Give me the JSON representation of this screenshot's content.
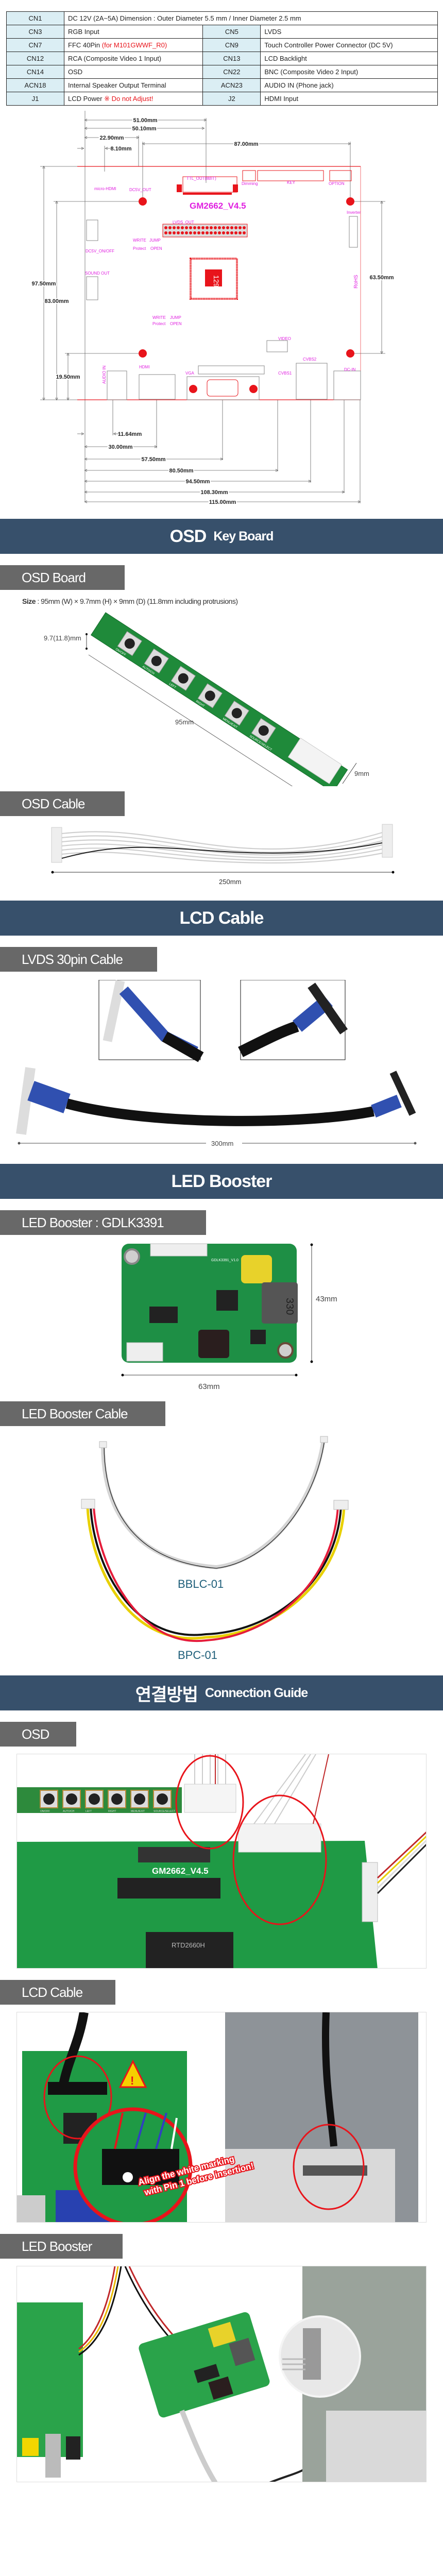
{
  "spec_table": {
    "rows": [
      {
        "k1": "CN1",
        "v1": "DC 12V (2A~5A)   Dimension : Outer Diameter 5.5 mm / Inner Diameter 2.5 mm"
      },
      {
        "k1": "CN3",
        "v1": "RGB Input",
        "k2": "CN5",
        "v2": "LVDS"
      },
      {
        "k1": "CN7",
        "v1": "FFC 40Pin ",
        "v1_note": "(for M101GWWF_R0)",
        "k2": "CN9",
        "v2": "Touch Controller Power Connector (DC 5V)"
      },
      {
        "k1": "CN12",
        "v1": "RCA (Composite Video 1 Input)",
        "k2": "CN13",
        "v2": " LCD Backlight"
      },
      {
        "k1": "CN14",
        "v1": "OSD",
        "k2": "CN22",
        "v2": "BNC (Composite Video 2 Input)"
      },
      {
        "k1": "ACN18",
        "v1": "Internal Speaker Output Terminal",
        "k2": "ACN23",
        "v2": "AUDIO IN (Phone jack)"
      },
      {
        "k1": "J1",
        "v1": "LCD Power ",
        "v1_note": "※ Do not Adjust!",
        "k2": "J2",
        "v2": "HDMI Input"
      }
    ]
  },
  "pcb": {
    "model": "GM2662_V4.5",
    "labels": {
      "ttl": "TTL_OUT(8BIT)",
      "lvds": "LVDS_OUT",
      "mhdmi": "micro-HDMI",
      "dc5v": "DC5V_OUT",
      "dimming": "Dimming",
      "key": "KEY",
      "option": "OPTION",
      "inverter": "Inverter",
      "write": "WRITE",
      "jump": "JUMP",
      "protect": "Protect",
      "open": "OPEN",
      "sound": "SOUND OUT",
      "dc5vonoff": "DC5V_ON/OFF",
      "video": "VIDEO",
      "cvbs2": "CVBS2",
      "cvbs1": "CVBS1",
      "vga": "VGA",
      "hdmi": "HDMI",
      "audio": "AUDIO IN",
      "dcin": "DC-IN",
      "rohs": "RoHS",
      "chip": "129"
    },
    "dims": {
      "d51": "51.00mm",
      "d50": "50.10mm",
      "d22": "22.90mm",
      "d8": "8.10mm",
      "d87": "87.00mm",
      "d97": "97.50mm",
      "d83": "83.00mm",
      "d19": "19.50mm",
      "d63": "63.50mm",
      "d11": "11.64mm",
      "d30": "30.00mm",
      "d57": "57.50mm",
      "d80": "80.50mm",
      "d94": "94.50mm",
      "d108": "108.30mm",
      "d115": "115.00mm"
    }
  },
  "osd_banner": {
    "big": "OSD",
    "small": "Key Board"
  },
  "osd_board": {
    "label": "OSD Board",
    "size_key": "Size",
    "size_value": " : 95mm (W) × 9.7mm (H) × 9mm (D) (11.8mm including protrusions)",
    "height": "9.7(11.8)mm",
    "width": "95mm",
    "depth": "9mm",
    "buttons": [
      "ON/OFF",
      "AUTO/CH",
      "LEFT",
      "RIGHT",
      "MENU/EXIT",
      "SOURCE/SELECT"
    ]
  },
  "osd_cable": {
    "label": "OSD Cable",
    "length": "250mm"
  },
  "lcd_banner": {
    "big": "LCD Cable"
  },
  "lvds_cable": {
    "label": "LVDS 30pin Cable",
    "length": "300mm"
  },
  "led_banner": {
    "big": "LED Booster"
  },
  "booster": {
    "label": "LED Booster : GDLK3391",
    "width": "63mm",
    "height": "43mm",
    "board_text": "GDLK3391_V1.0",
    "inductor": "330"
  },
  "booster_cable": {
    "label": "LED Booster Cable",
    "c1": "BBLC-01",
    "c2": "BPC-01"
  },
  "guide_banner": {
    "big": "연결방법",
    "small": "Connection Guide"
  },
  "guide": {
    "osd_label": "OSD",
    "lcd_label": "LCD Cable",
    "led_label": "LED Booster",
    "board_model": "GM2662_V4.5",
    "chip": "RTD2660H",
    "align_line1": "Align the white marking",
    "align_line2": "with Pin 1 before insertion!"
  },
  "colors": {
    "banner": "#37506b",
    "label": "#686868",
    "table_key": "#dbeef4",
    "pcb_red": "#e8141b",
    "pcb_magenta": "#e020e0",
    "cable_label": "#1f5f7a"
  }
}
